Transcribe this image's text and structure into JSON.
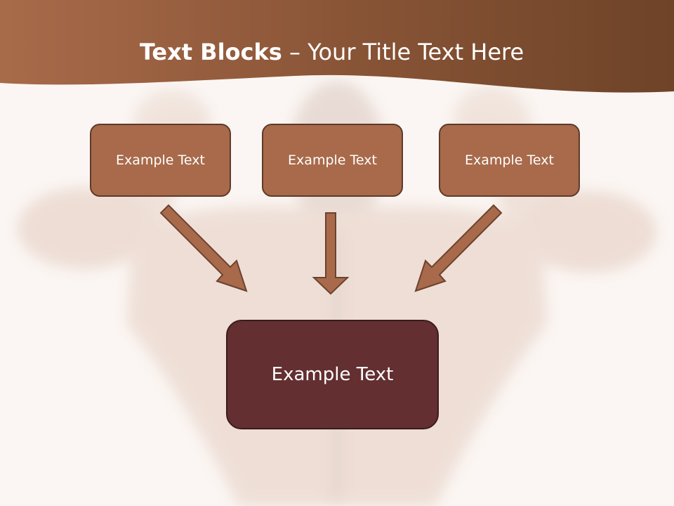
{
  "slide": {
    "title_bold": "Text Blocks",
    "title_dash": " – ",
    "title_rest": "Your Title Text Here"
  },
  "blocks": {
    "top_left": "Example Text",
    "top_center": "Example Text",
    "top_right": "Example Text",
    "bottom": "Example Text"
  },
  "colors": {
    "header": "#a86b4a",
    "header_dark": "#663f26",
    "box_fill": "#a86a4a",
    "box_border": "#5e3a2a",
    "bottom_box_fill": "#632f31",
    "arrow_fill": "#a86a4a",
    "arrow_stroke": "#6b4230",
    "background": "#fbf6f3"
  }
}
